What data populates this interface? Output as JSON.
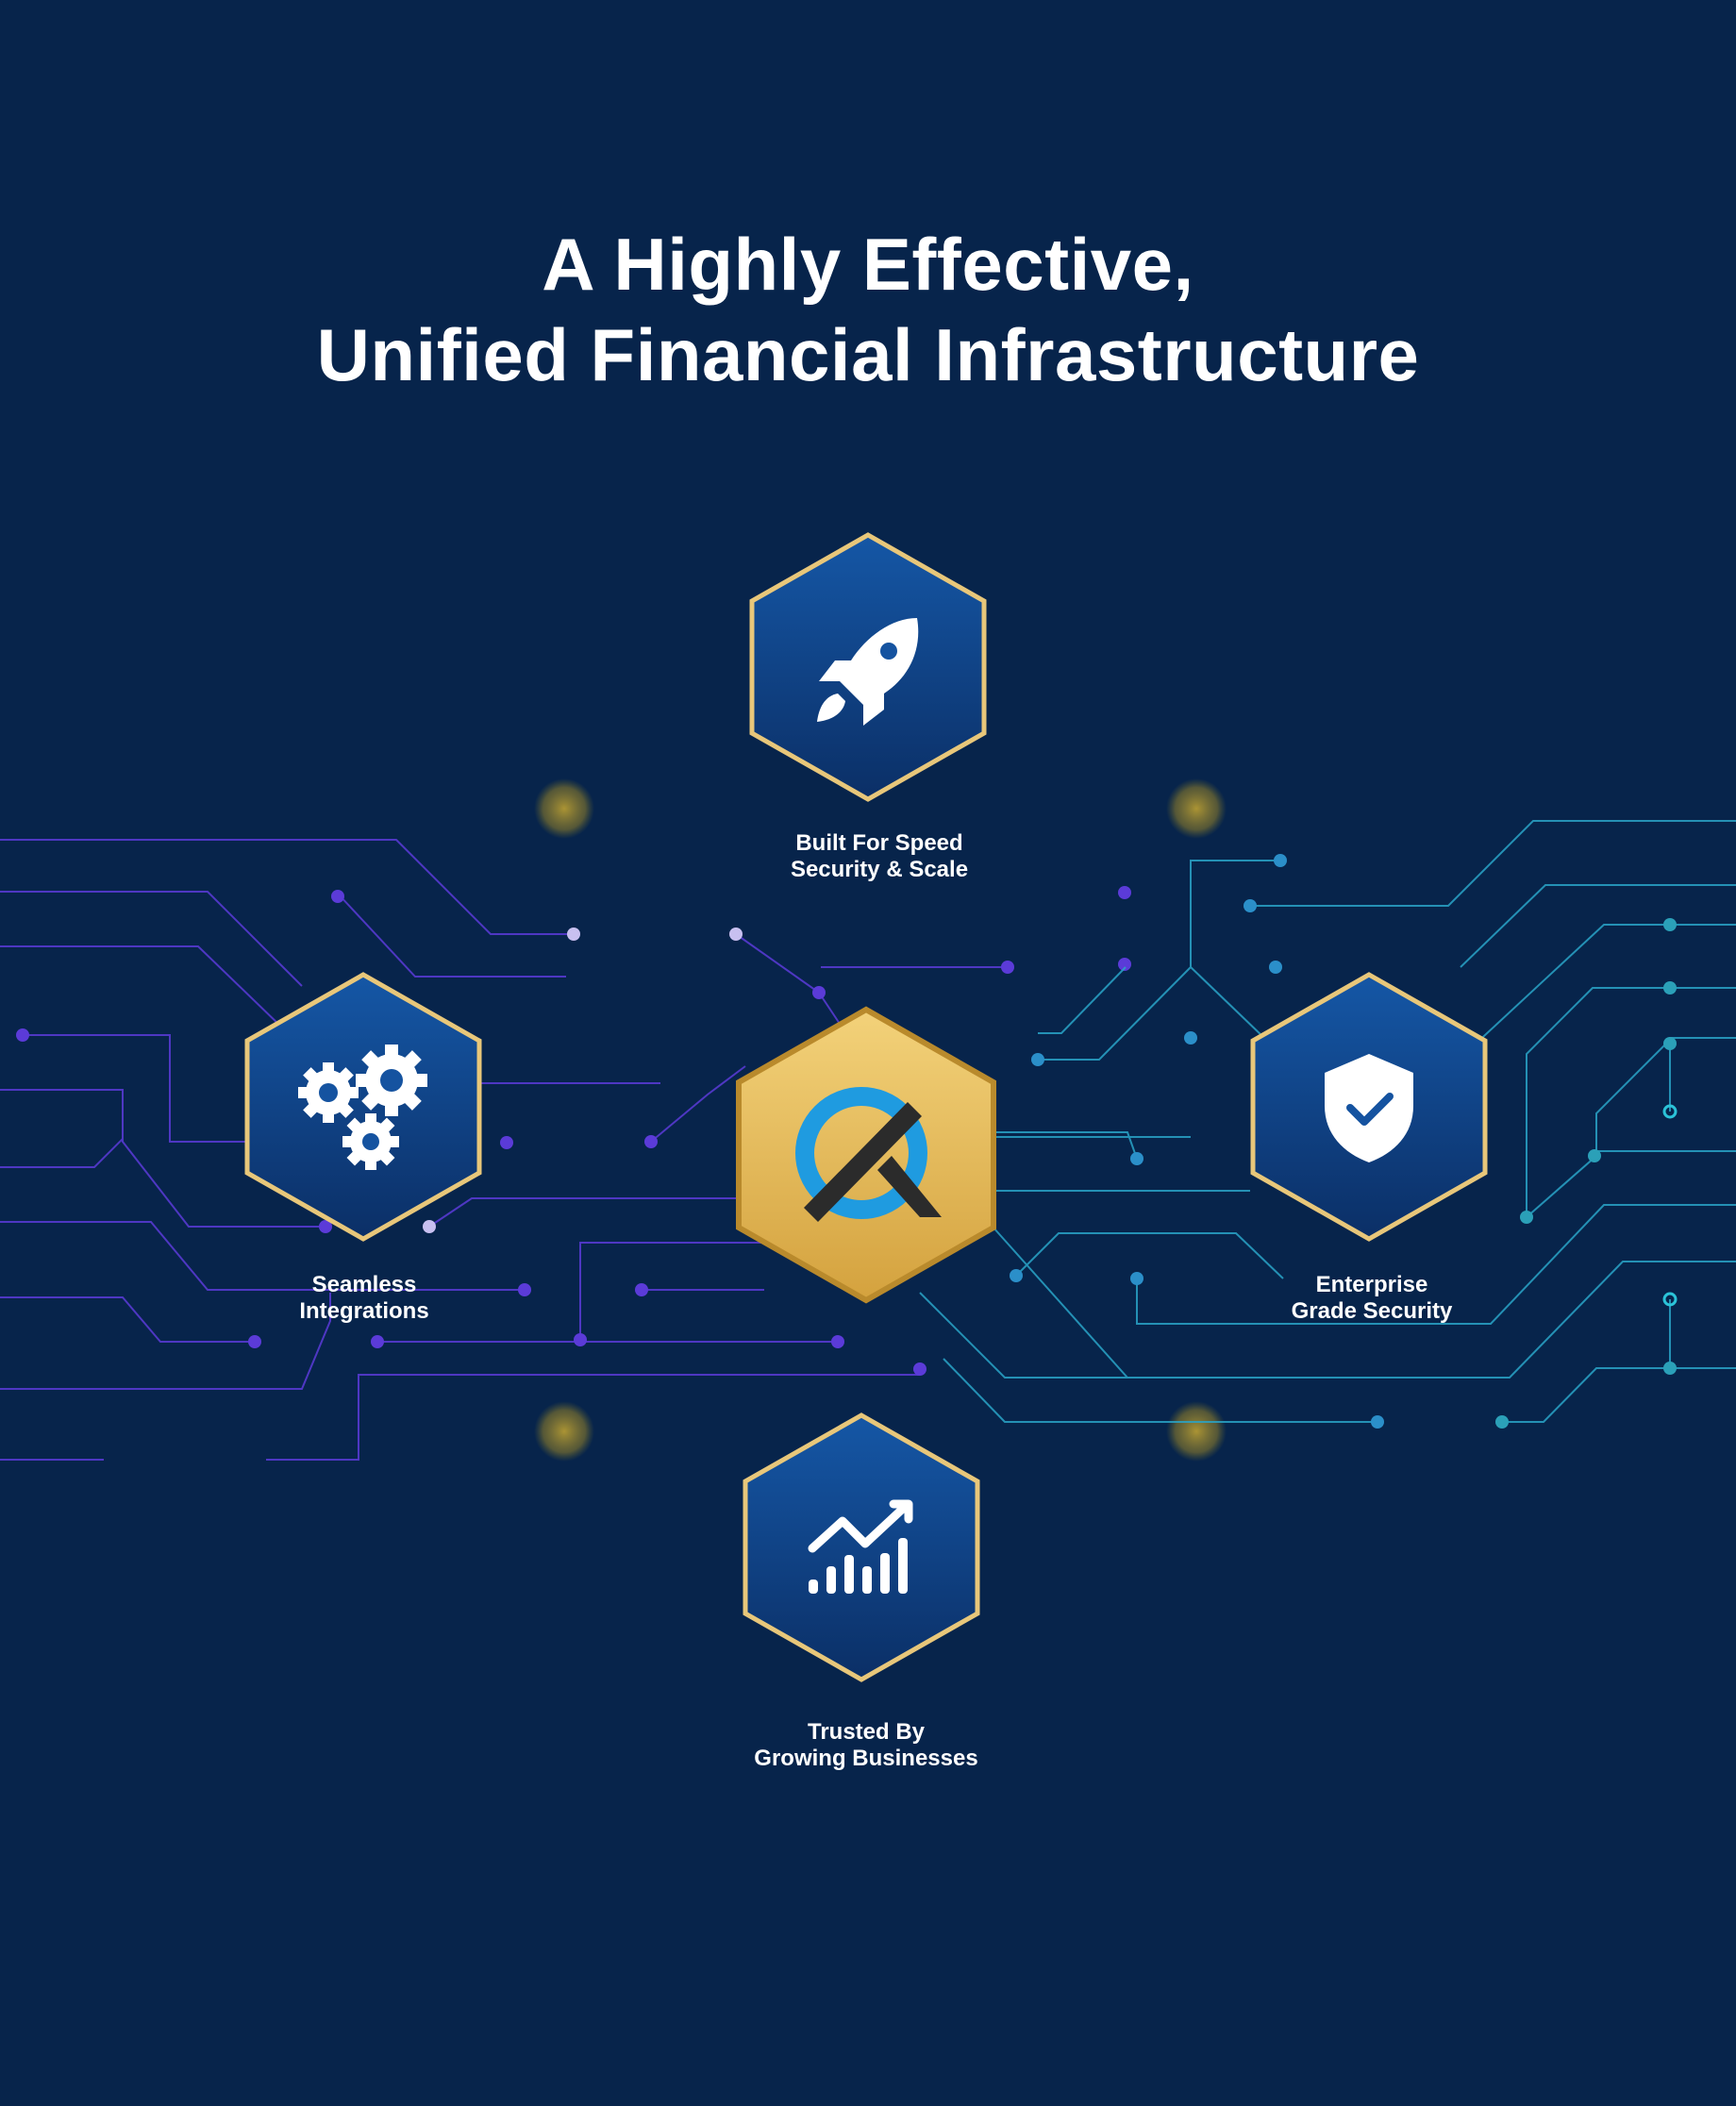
{
  "title": {
    "line1": "A Highly Effective,",
    "line2": "Unified Financial Infrastructure"
  },
  "features": [
    {
      "id": "speed",
      "icon": "rocket-icon",
      "line1": "Built For Speed",
      "line2": "Security & Scale"
    },
    {
      "id": "integrations",
      "icon": "gears-icon",
      "line1": "Seamless",
      "line2": "Integrations"
    },
    {
      "id": "security",
      "icon": "shield-check-icon",
      "line1": "Enterprise",
      "line2": "Grade Security"
    },
    {
      "id": "trusted",
      "icon": "growth-chart-icon",
      "line1": "Trusted By",
      "line2": "Growing Businesses"
    }
  ],
  "center": {
    "icon": "brand-logo-icon"
  },
  "colors": {
    "background": "#07244b",
    "hex_fill_top": "#1557a6",
    "hex_fill_bottom": "#0b2f66",
    "hex_border": "#e8c77a",
    "center_gold_top": "#f3d27a",
    "center_gold_bottom": "#d4a23e",
    "logo_blue": "#1f9be0",
    "logo_dark": "#2b2b2b",
    "circuit_left": "#5b3bd8",
    "circuit_right": "#2aa5c8"
  }
}
